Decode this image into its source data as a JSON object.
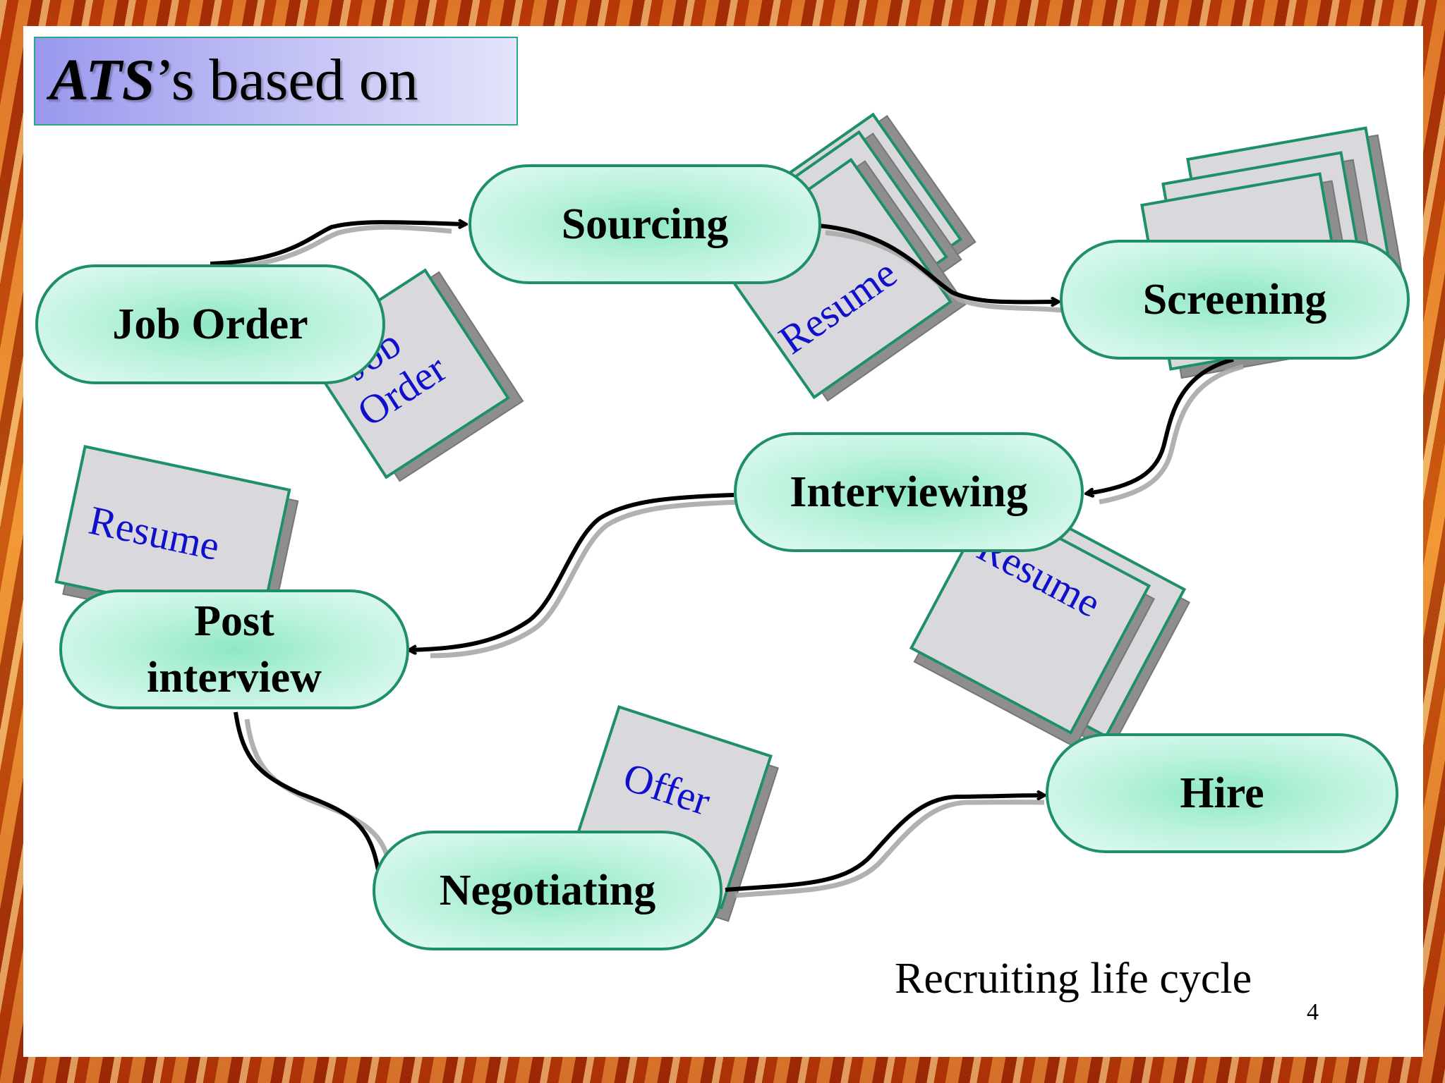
{
  "title": {
    "emphasis": "ATS",
    "rest": "’s based on"
  },
  "nodes": {
    "job_order": "Job Order",
    "sourcing": "Sourcing",
    "screening": "Screening",
    "interviewing": "Interviewing",
    "post_interview_line1": "Post",
    "post_interview_line2": "interview",
    "negotiating": "Negotiating",
    "hire": "Hire"
  },
  "documents": {
    "job_order_line1": "Job",
    "job_order_line2": "Order",
    "sourcing_resume": "Resume",
    "post_interview_resume": "Resume",
    "interviewing_resume": "Resume",
    "offer": "Offer"
  },
  "caption": "Recruiting life cycle",
  "page_number": "4",
  "colors": {
    "node_border": "#1f8f6a",
    "node_fill": "#8ee8c3",
    "doc_text": "#1010cc",
    "title_fill": "#9a98ee"
  }
}
